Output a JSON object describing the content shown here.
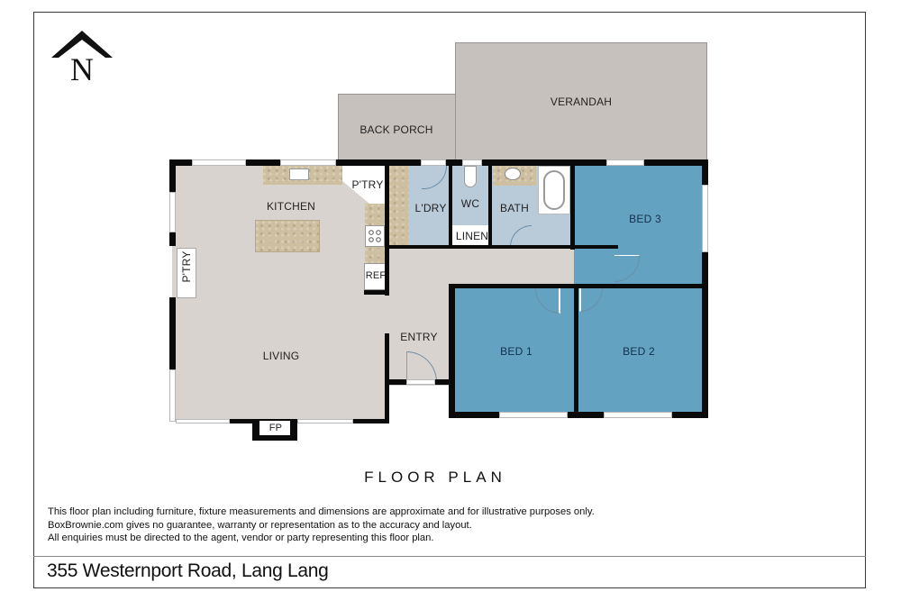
{
  "compass": {
    "icon": "north-arrow-icon",
    "letter": "N"
  },
  "rooms": {
    "verandah": "VERANDAH",
    "back_porch": "BACK PORCH",
    "kitchen": "KITCHEN",
    "pantry_kitchen": "P'TRY",
    "pantry_living": "P'TRY",
    "laundry": "L'DRY",
    "wc": "WC",
    "bath": "BATH",
    "linen": "LINEN",
    "ref": "REF",
    "bed3": "BED 3",
    "bed1": "BED 1",
    "bed2": "BED 2",
    "entry": "ENTRY",
    "living": "LIVING",
    "fireplace": "FP"
  },
  "colors": {
    "bedroom": "#63a2c1",
    "wet_area": "#b9cbd9",
    "living_floor": "#d9d3d0",
    "outdoor": "#c6c1bd",
    "benchtop": "#cdbf9f",
    "wall": "#0a0a0a"
  },
  "title": "FLOOR PLAN",
  "disclaimer": {
    "line1": "This floor plan including furniture, fixture measurements and dimensions are approximate and for illustrative purposes only.",
    "line2": "BoxBrownie.com gives no guarantee, warranty or representation as to the accuracy and layout.",
    "line3": "All enquiries must be directed to the agent, vendor or party representing this floor plan."
  },
  "address": "355 Westernport Road, Lang Lang"
}
